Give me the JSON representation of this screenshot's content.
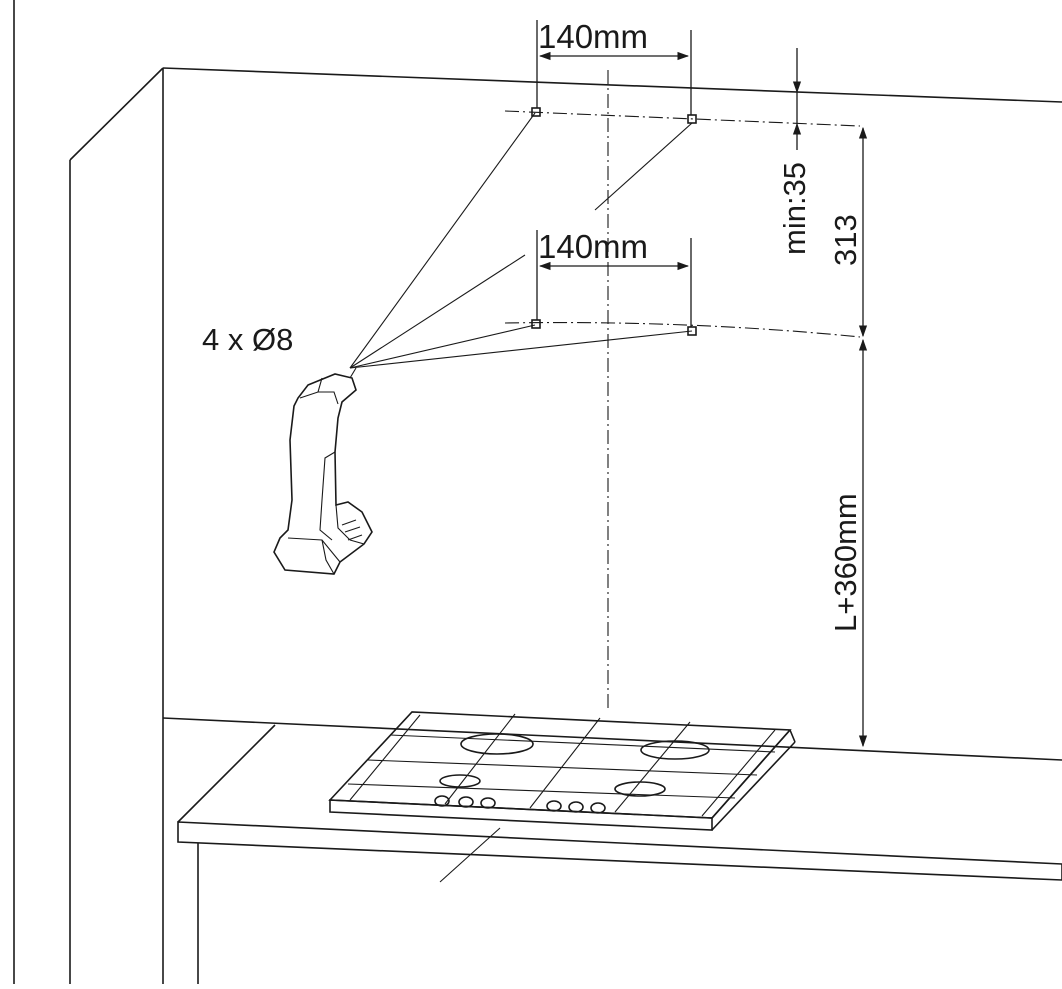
{
  "diagram": {
    "labels": {
      "top_hole_spacing": "140mm",
      "lower_hole_spacing": "140mm",
      "hole_count_diameter": "4 x Ø8",
      "min_top_distance": "min:35",
      "hole_row_distance": "313",
      "height_above_hob": "L+360mm"
    }
  }
}
